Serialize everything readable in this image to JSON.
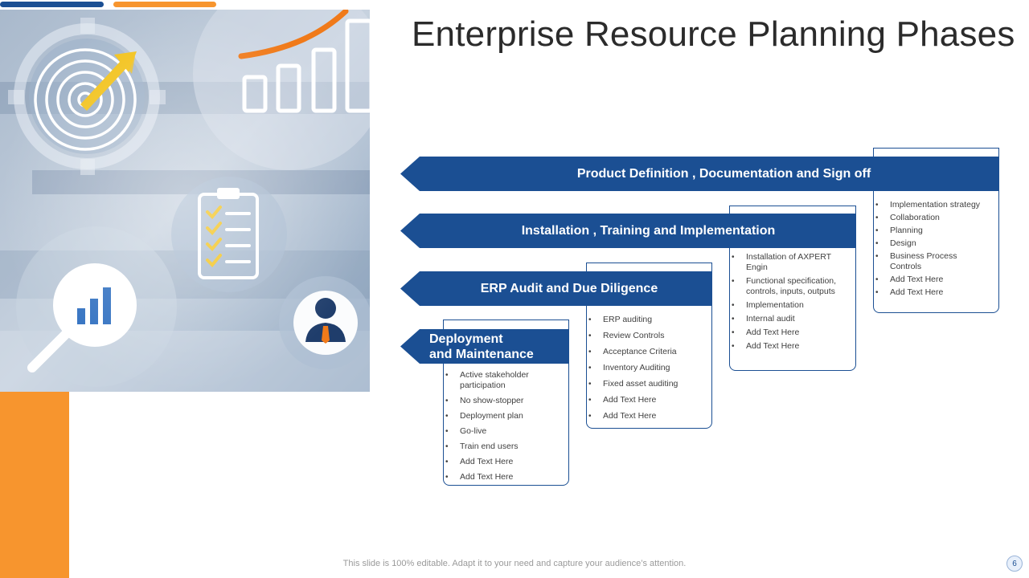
{
  "slide": {
    "title": "Enterprise Resource Planning Phases",
    "footer_note": "This slide is 100% editable. Adapt it to your need and capture your audience’s attention.",
    "page_number": "6"
  },
  "colors": {
    "primary_blue": "#1b4f93",
    "accent_orange": "#f7952e"
  },
  "hero_icons": [
    "target-icon",
    "bar-chart-icon",
    "checklist-icon",
    "magnifier-chart-icon",
    "businessman-icon",
    "gear-icon"
  ],
  "phases": [
    {
      "label": "Product Definition , Documentation and Sign off",
      "items": [
        "Implementation  strategy",
        "Collaboration",
        "Planning",
        "Design",
        "Business Process Controls",
        "Add Text Here",
        "Add Text Here"
      ]
    },
    {
      "label": "Installation , Training and Implementation",
      "items": [
        "Installation of AXPERT Engin",
        "Functional specification, controls, inputs, outputs",
        "Implementation",
        "Internal audit",
        "Add Text Here",
        "Add Text Here"
      ]
    },
    {
      "label": "ERP Audit and Due Diligence",
      "items": [
        "ERP  auditing",
        "Review Controls",
        "Acceptance Criteria",
        "Inventory Auditing",
        "Fixed asset auditing",
        "Add Text Here",
        "Add Text Here"
      ]
    },
    {
      "label_line1": "Deployment",
      "label_line2": "and Maintenance",
      "items": [
        "Active stakeholder participation",
        "No show-stopper",
        "Deployment plan",
        "Go-live",
        "Train end users",
        "Add Text Here",
        "Add Text Here"
      ]
    }
  ]
}
